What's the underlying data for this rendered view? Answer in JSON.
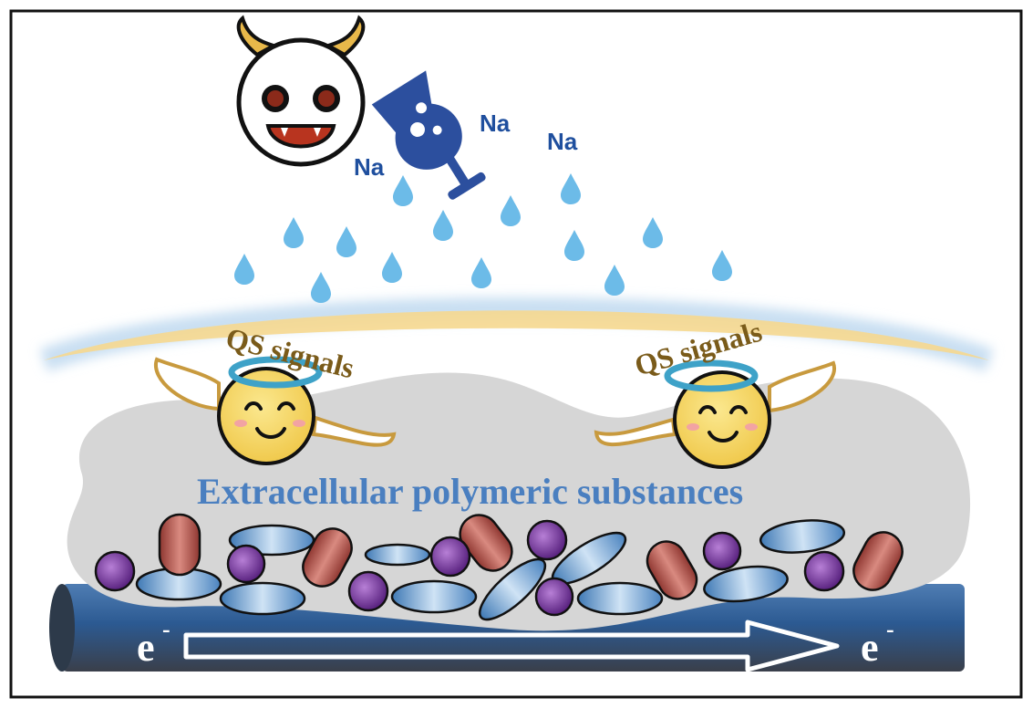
{
  "labels": {
    "sodium_1": "Na",
    "sodium_2": "Na",
    "sodium_3": "Na",
    "qs_left": "QS signals",
    "qs_right": "QS signals",
    "eps": "Extracellular polymeric substances",
    "electron_left": "e",
    "electron_left_sup": "-",
    "electron_right": "e",
    "electron_right_sup": "-"
  },
  "colors": {
    "frame": "#111111",
    "droplet": "#6cbbe8",
    "flask": "#2c4f9e",
    "devil_face": "#ffffff",
    "devil_eye": "#8b2a1a",
    "devil_mouth": "#b8341f",
    "horn": "#e8b84a",
    "membrane": "#f5d79a",
    "membrane_glow": "#c9dff2",
    "eps_matrix": "#d5d5d5",
    "angel_face": "#f7d96a",
    "halo": "#3ea2c8",
    "wing": "#c89a3e",
    "cell_blue": "#5b93c8",
    "cell_red": "#a8483f",
    "cell_purple": "#6a2f8f",
    "electrode": "#2b5c93",
    "arrow": "#ffffff"
  },
  "icons": [
    "devil-icon",
    "flask-icon",
    "droplet-icon",
    "angel-icon",
    "halo-icon",
    "wing-icon",
    "arrow-icon"
  ]
}
